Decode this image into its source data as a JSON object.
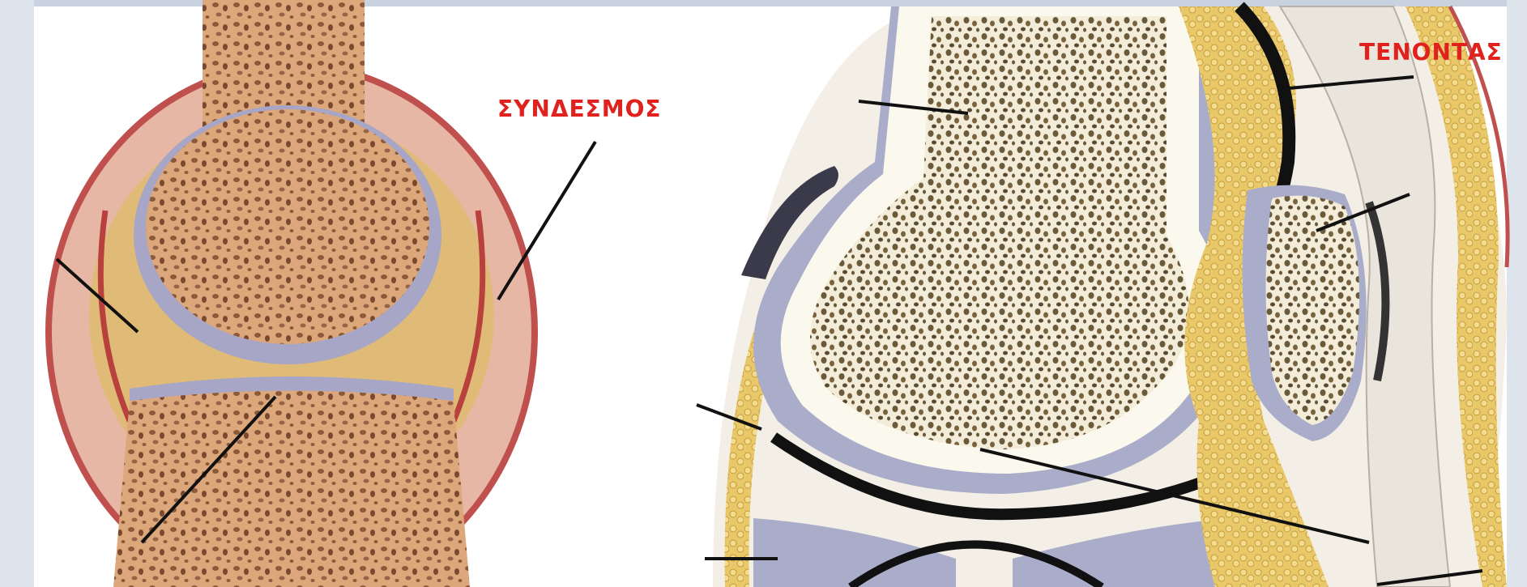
{
  "labels": {
    "ligament": "ΣΥΝΔΕΣΜΟΣ",
    "tendon": "ΤΕΝΟΝΤΑΣ"
  },
  "colors": {
    "label": "#e0211d",
    "bone": "#d9a576",
    "capsule": "#c0504d",
    "cartilage": "#a7a9c9",
    "fat": "#e3c05a",
    "leader": "#111111",
    "slide_edge": "#c9d3df"
  },
  "figures": {
    "left": "synovial-joint-section",
    "right": "knee-joint-sagittal-section"
  }
}
